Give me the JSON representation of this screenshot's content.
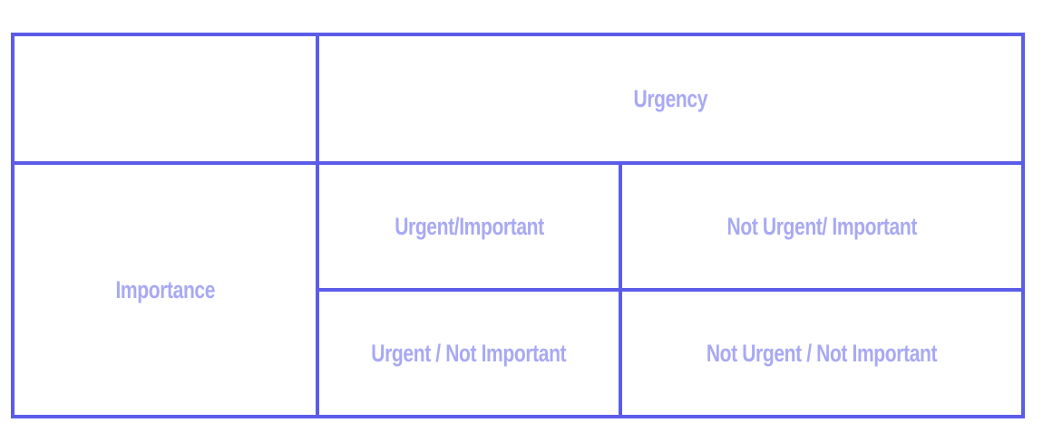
{
  "matrix": {
    "column_header": "Urgency",
    "row_header": "Importance",
    "quadrants": [
      "Urgent/Important",
      "Not Urgent/ Important",
      "Urgent / Not Important",
      "Not Urgent / Not Important"
    ]
  },
  "colors": {
    "border": "#5b5ce8",
    "text": "#a8a9f3",
    "background": "#ffffff"
  }
}
